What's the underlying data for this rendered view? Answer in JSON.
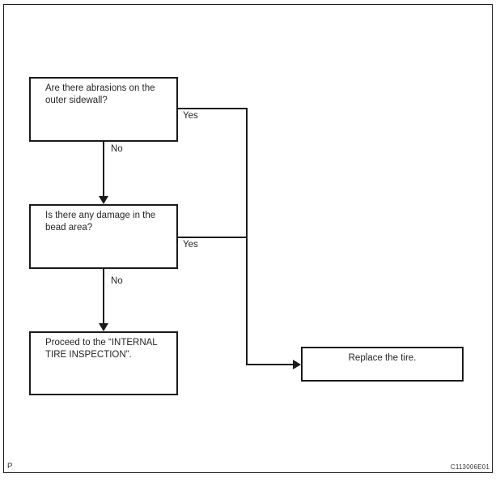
{
  "diagram": {
    "nodes": [
      {
        "id": "q1",
        "text": "Are there abrasions on the\nouter sidewall?"
      },
      {
        "id": "q2",
        "text": "Is there any damage in the\nbead area?"
      },
      {
        "id": "internal-inspection",
        "text": "Proceed to the “INTERNAL\nTIRE INSPECTION”."
      },
      {
        "id": "replace-tire",
        "text": "Replace the tire."
      }
    ],
    "edges": {
      "q1_yes_label": "Yes",
      "q1_no_label": "No",
      "q2_yes_label": "Yes",
      "q2_no_label": "No"
    }
  },
  "footer": {
    "page_marker": "P",
    "figure_code": "C113006E01"
  }
}
